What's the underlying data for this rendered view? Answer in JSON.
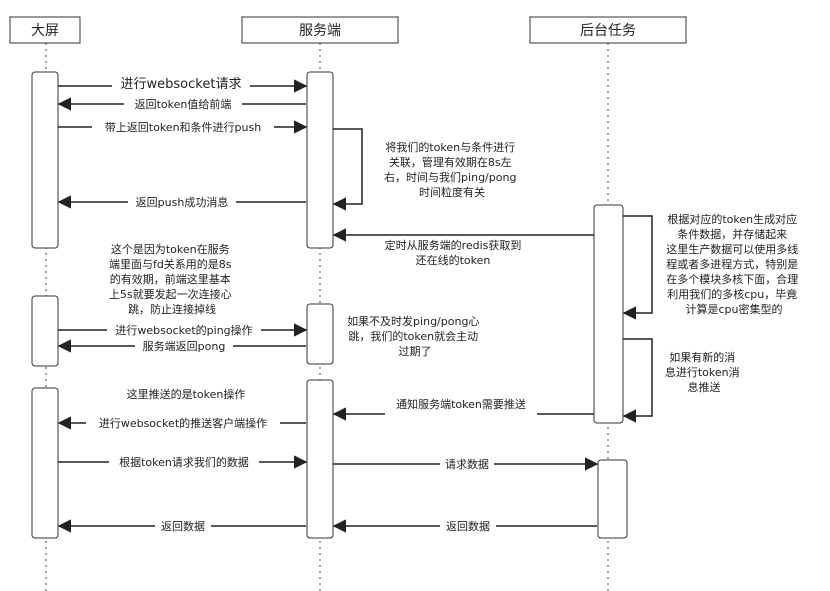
{
  "actors": [
    {
      "id": "screen",
      "label": "大屏"
    },
    {
      "id": "server",
      "label": "服务端"
    },
    {
      "id": "backend",
      "label": "后台任务"
    }
  ],
  "messages": [
    {
      "id": "m1",
      "label": "进行websocket请求"
    },
    {
      "id": "m2",
      "label": "返回token值给前端"
    },
    {
      "id": "m3",
      "label": "带上返回token和条件进行push"
    },
    {
      "id": "m4",
      "label": "返回push成功消息"
    },
    {
      "id": "m5",
      "label": "定时从服务端的redis获取到",
      "label2": "还在线的token"
    },
    {
      "id": "m6",
      "label": "进行websocket的ping操作"
    },
    {
      "id": "m7",
      "label": "服务端返回pong"
    },
    {
      "id": "m8",
      "label": "通知服务端token需要推送"
    },
    {
      "id": "m9",
      "label": "进行websocket的推送客户端操作"
    },
    {
      "id": "m10",
      "label": "根据token请求我们的数据"
    },
    {
      "id": "m11",
      "label": "请求数据"
    },
    {
      "id": "m12",
      "label": "返回数据"
    },
    {
      "id": "m13",
      "label": "返回数据"
    }
  ],
  "notes": [
    {
      "id": "n1",
      "lines": [
        "将我们的token与条件进行",
        "关联，管理有效期在8s左",
        "右，时间与我们ping/pong",
        "时间粒度有关"
      ]
    },
    {
      "id": "n2",
      "lines": [
        "根据对应的token生成对应",
        "条件数据，并存储起来",
        "这里生产数据可以使用多线",
        "程或者多进程方式，特别是",
        "在多个模块多核下面，合理",
        "利用我们的多核cpu，毕竟",
        "计算是cpu密集型的"
      ]
    },
    {
      "id": "n3",
      "lines": [
        "这个是因为token在服务",
        "端里面与fd关系用的是8s",
        "的有效期，前端这里基本",
        "上5s就要发起一次连接心",
        "跳，防止连接掉线"
      ]
    },
    {
      "id": "n4",
      "lines": [
        "如果不及时发ping/pong心",
        "跳，我们的token就会主动",
        "过期了"
      ]
    },
    {
      "id": "n5",
      "lines": [
        "如果有新的消",
        "息进行token消",
        "息推送"
      ]
    },
    {
      "id": "n6",
      "lines": [
        "这里推送的是token操作"
      ]
    }
  ]
}
